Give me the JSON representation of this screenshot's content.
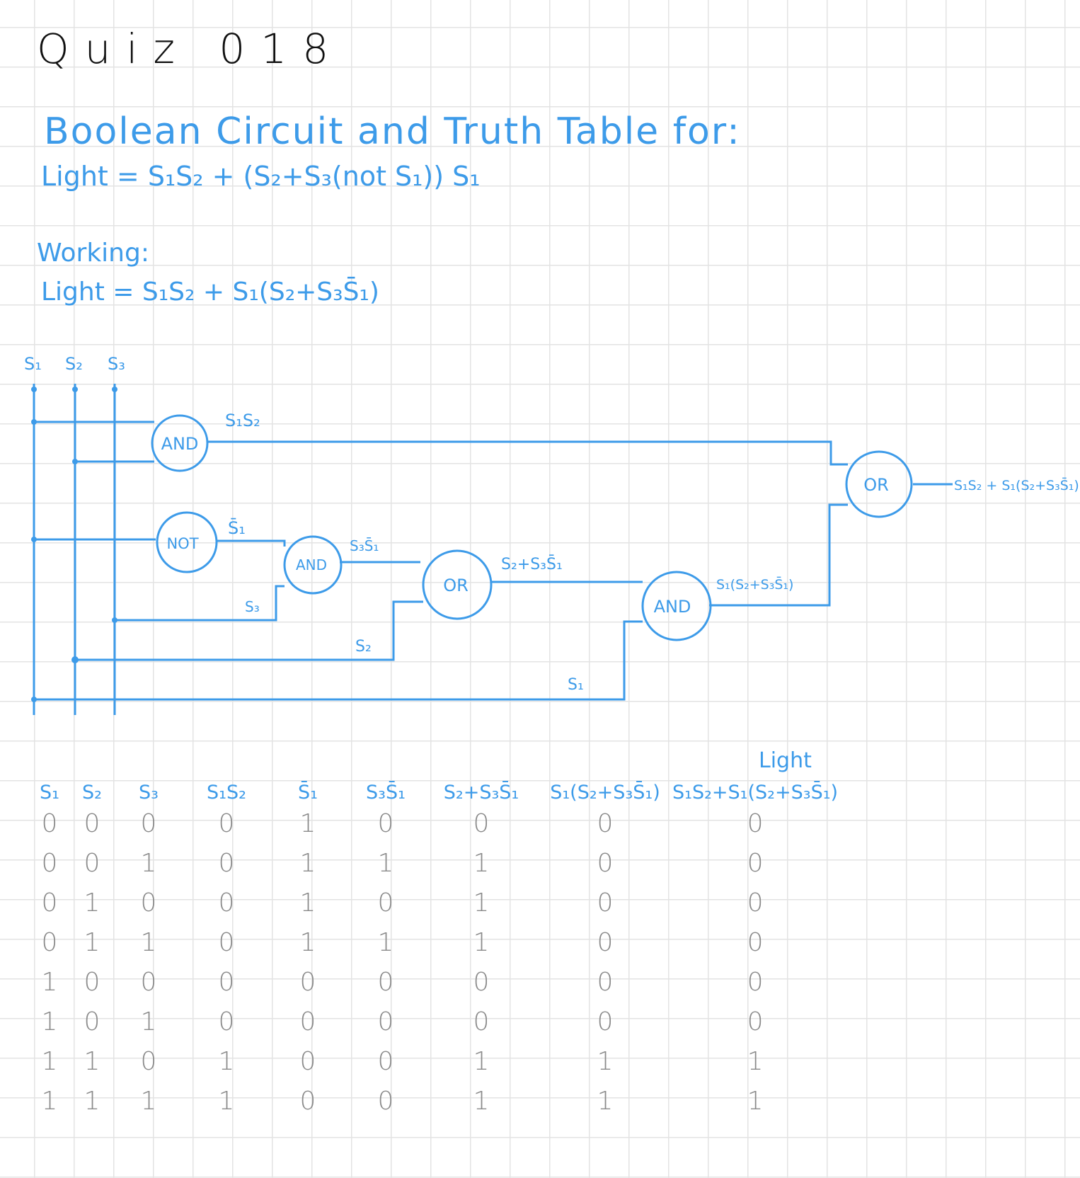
{
  "title": "Quiz 018",
  "heading": "Boolean Circuit and Truth Table for:",
  "formula": "Light = S₁S₂ + (S₂+S₃(not S₁)) S₁",
  "working": {
    "label": "Working:",
    "formula": "Light = S₁S₂ + S₁(S₂+S₃S̄₁)"
  },
  "circuit": {
    "inputs": [
      "S₁",
      "S₂",
      "S₃"
    ],
    "gates": {
      "and1": "AND",
      "not1": "NOT",
      "and2": "AND",
      "or1": "OR",
      "and3": "AND",
      "or2": "OR"
    },
    "wire_labels": {
      "s1s2": "S₁S₂",
      "not_s1": "S̄₁",
      "s3_in": "S₃",
      "s3_not_s1": "S₃S̄₁",
      "s2_in": "S₂",
      "s2_plus": "S₂+S₃S̄₁",
      "s1_in": "S₁",
      "s1_product": "S₁(S₂+S₃S̄₁)",
      "output": "S₁S₂ + S₁(S₂+S₃S̄₁)"
    }
  },
  "truth_table": {
    "light_label": "Light",
    "headers": [
      "S₁",
      "S₂",
      "S₃",
      "S₁S₂",
      "S̄₁",
      "S₃S̄₁",
      "S₂+S₃S̄₁",
      "S₁(S₂+S₃S̄₁)",
      "S₁S₂+S₁(S₂+S₃S̄₁)"
    ],
    "rows": [
      [
        "0",
        "0",
        "0",
        "0",
        "1",
        "0",
        "0",
        "0",
        "0"
      ],
      [
        "0",
        "0",
        "1",
        "0",
        "1",
        "1",
        "1",
        "0",
        "0"
      ],
      [
        "0",
        "1",
        "0",
        "0",
        "1",
        "0",
        "1",
        "0",
        "0"
      ],
      [
        "0",
        "1",
        "1",
        "0",
        "1",
        "1",
        "1",
        "0",
        "0"
      ],
      [
        "1",
        "0",
        "0",
        "0",
        "0",
        "0",
        "0",
        "0",
        "0"
      ],
      [
        "1",
        "0",
        "1",
        "0",
        "0",
        "0",
        "0",
        "0",
        "0"
      ],
      [
        "1",
        "1",
        "0",
        "1",
        "0",
        "0",
        "1",
        "1",
        "1"
      ],
      [
        "1",
        "1",
        "1",
        "1",
        "0",
        "0",
        "1",
        "1",
        "1"
      ]
    ]
  },
  "colors": {
    "ink_blue": "#3d9be9",
    "ink_black": "#111111",
    "ink_gray": "#8a8a8a",
    "grid": "#e3e3e3"
  }
}
